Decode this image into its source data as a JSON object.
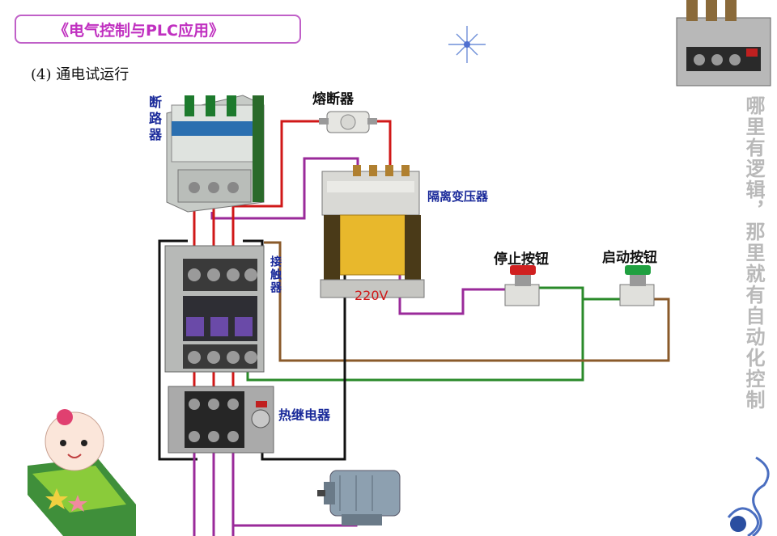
{
  "header": {
    "title": "《电气控制与PLC应用》",
    "section": "(4) 通电试运行"
  },
  "labels": {
    "breaker": "断路器",
    "fuse": "熔断器",
    "transformer": "隔离变压器",
    "contactor": "接触器",
    "thermal_relay": "热继电器",
    "stop_button": "停止按钮",
    "start_button": "启动按钮",
    "voltage": "220V"
  },
  "sidebar": {
    "vertical_text": "哪里有逻辑，那里就有自动化控制"
  },
  "colors": {
    "title_border": "#c060c8",
    "title_text": "#c030c0",
    "wire_red": "#d01818",
    "wire_purple": "#9a2a9a",
    "wire_green": "#2a8a2a",
    "wire_brown": "#8a5a2a",
    "wire_black": "#111111",
    "label_blue": "#1a2a9a",
    "sidebar_text": "#b9b9b9"
  }
}
